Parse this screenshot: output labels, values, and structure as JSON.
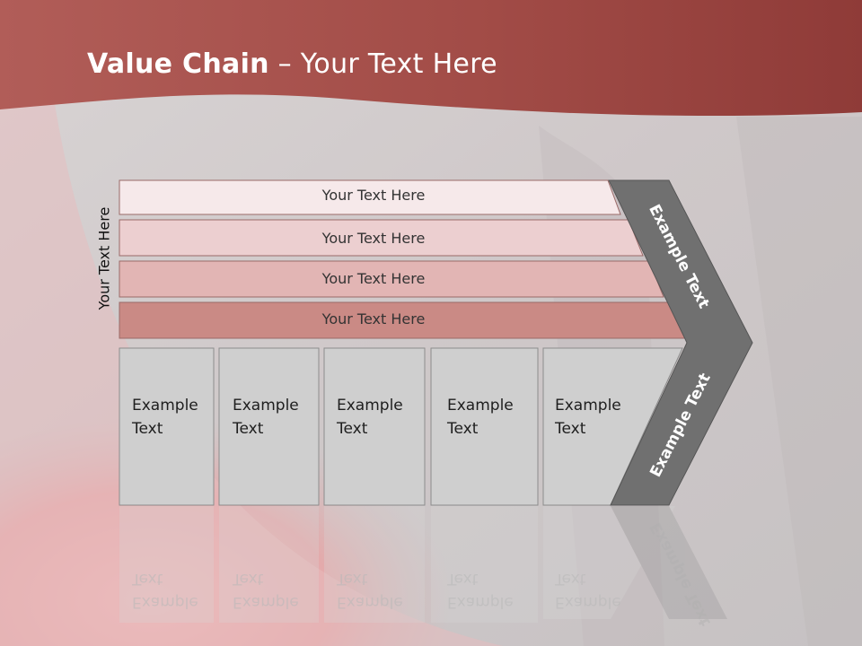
{
  "title": {
    "bold": "Value Chain",
    "rest": " – Your Text Here"
  },
  "axis_label": "Your Text Here",
  "bars": [
    {
      "label": "Your Text Here",
      "color": "#f6e9ea"
    },
    {
      "label": "Your Text Here",
      "color": "#eccfd0"
    },
    {
      "label": "Your Text Here",
      "color": "#e2b5b4"
    },
    {
      "label": "Your Text Here",
      "color": "#ca8a85"
    }
  ],
  "boxes": [
    {
      "label": "Example Text"
    },
    {
      "label": "Example Text"
    },
    {
      "label": "Example Text"
    },
    {
      "label": "Example Text"
    },
    {
      "label": "Example Text"
    }
  ],
  "chevron": {
    "top_label": "Example Text",
    "bottom_label": "Example Text",
    "color": "#707070"
  },
  "colors": {
    "header": "#a5504b",
    "box_fill": "#cfcfcf",
    "box_border": "#8c8c8c"
  }
}
